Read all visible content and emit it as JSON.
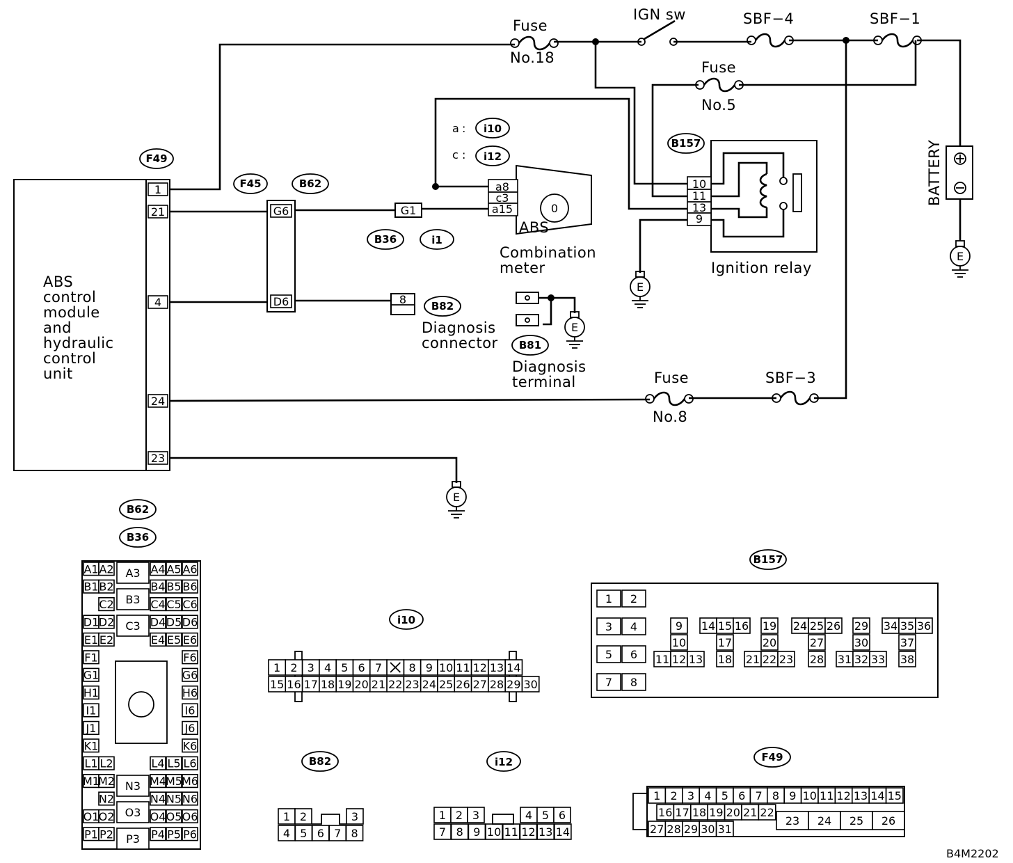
{
  "module": {
    "lines": [
      "ABS",
      "control",
      "module",
      "and",
      "hydraulic",
      "control",
      "unit"
    ]
  },
  "connectors": {
    "F49": "F49",
    "F45": "F45",
    "B62": "B62",
    "B36": "B36",
    "i1": "i1",
    "i10": "i10",
    "i12": "i12",
    "B82": "B82",
    "B81": "B81",
    "B157": "B157"
  },
  "f49_pins": [
    "1",
    "21",
    "4",
    "24",
    "23"
  ],
  "f45_pins": [
    "G6",
    "D6"
  ],
  "b36_pin": "G1",
  "b82_pin": "8",
  "meter_pins": [
    "a8",
    "c3",
    "a15"
  ],
  "meter_legend": [
    {
      "key": "a",
      "conn": "i10"
    },
    {
      "key": "c",
      "conn": "i12"
    }
  ],
  "relay_pins": [
    "10",
    "11",
    "13",
    "9"
  ],
  "labels": {
    "fuse18_top": "Fuse",
    "fuse18_bottom": "No.18",
    "ign_sw": "IGN sw",
    "sbf4": "SBF−4",
    "sbf1": "SBF−1",
    "sbf3": "SBF−3",
    "fuse5_top": "Fuse",
    "fuse5_bottom": "No.5",
    "fuse8_top": "Fuse",
    "fuse8_bottom": "No.8",
    "battery": "BATTERY",
    "abs": "ABS",
    "meter_1": "Combination",
    "meter_2": "meter",
    "relay": "Ignition relay",
    "diag_conn_1": "Diagnosis",
    "diag_conn_2": "connector",
    "diag_term_1": "Diagnosis",
    "diag_term_2": "terminal",
    "ground": "E",
    "figure_code": "B4M2202"
  },
  "b62_b36_face": {
    "left_col": [
      "A1",
      "A2",
      "B1",
      "B2",
      "C2",
      "D1",
      "D2",
      "E1",
      "E2",
      "F1",
      "G1",
      "H1",
      "I1",
      "J1",
      "K1",
      "L1",
      "L2",
      "M1",
      "M2",
      "N2",
      "O1",
      "O2",
      "P1",
      "P2"
    ],
    "mid_col": [
      "A3",
      "B3",
      "C3",
      "N3",
      "O3",
      "P3"
    ],
    "right_col": [
      "A4",
      "A5",
      "A6",
      "B4",
      "B5",
      "B6",
      "C4",
      "C5",
      "C6",
      "D4",
      "D5",
      "D6",
      "E4",
      "E5",
      "E6",
      "F6",
      "G6",
      "H6",
      "I6",
      "J6",
      "K6",
      "L4",
      "L5",
      "L6",
      "M4",
      "M5",
      "M6",
      "N4",
      "N5",
      "N6",
      "O4",
      "O5",
      "O6",
      "P4",
      "P5",
      "P6"
    ]
  },
  "i10_face": {
    "row1": [
      "1",
      "2",
      "3",
      "4",
      "5",
      "6",
      "7",
      "8",
      "9",
      "10",
      "11",
      "12",
      "13",
      "14"
    ],
    "row2": [
      "15",
      "16",
      "17",
      "18",
      "19",
      "20",
      "21",
      "22",
      "23",
      "24",
      "25",
      "26",
      "27",
      "28",
      "29",
      "30"
    ]
  },
  "b157_face": {
    "pins": [
      "1",
      "2",
      "3",
      "4",
      "5",
      "6",
      "7",
      "8",
      "9",
      "10",
      "11",
      "12",
      "13",
      "14",
      "15",
      "16",
      "17",
      "18",
      "19",
      "20",
      "21",
      "22",
      "23",
      "24",
      "25",
      "26",
      "27",
      "28",
      "29",
      "30",
      "31",
      "32",
      "33",
      "34",
      "35",
      "36",
      "37",
      "38"
    ]
  },
  "b82_face": {
    "row1": [
      "1",
      "2",
      "3"
    ],
    "row2": [
      "4",
      "5",
      "6",
      "7",
      "8"
    ]
  },
  "i12_face": {
    "row1": [
      "1",
      "2",
      "3",
      "4",
      "5",
      "6"
    ],
    "row2": [
      "7",
      "8",
      "9",
      "10",
      "11",
      "12",
      "13",
      "14"
    ]
  },
  "f49_face": {
    "row1": [
      "1",
      "2",
      "3",
      "4",
      "5",
      "6",
      "7",
      "8",
      "9",
      "10",
      "11",
      "12",
      "13",
      "14",
      "15"
    ],
    "row2": [
      "16",
      "17",
      "18",
      "19",
      "20",
      "21",
      "22",
      "23",
      "24",
      "25",
      "26"
    ],
    "row3": [
      "27",
      "28",
      "29",
      "30",
      "31"
    ]
  }
}
